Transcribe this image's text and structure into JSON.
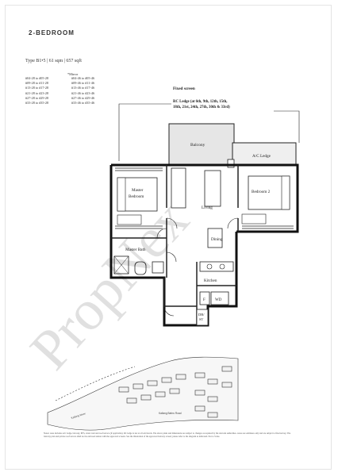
{
  "header": {
    "title": "2-BEDROOM",
    "type_line": "Type B1•5 | 61 sqm | 657 sqft"
  },
  "units": {
    "mirror_label": "*Mirror",
    "rows": [
      [
        "#04-28 to #05-28",
        "#04-46 to #05-46"
      ],
      [
        "#09-28 to #11-28",
        "#09-46 to #11-46"
      ],
      [
        "#13-28 to #17-28",
        "#13-46 to #17-46"
      ],
      [
        "#21-28 to #23-28",
        "#21-46 to #23-46"
      ],
      [
        "#27-28 to #29-28",
        "#27-46 to #29-46"
      ],
      [
        "#33-28 to #35-28",
        "#33-46 to #35-46"
      ]
    ]
  },
  "annotations": {
    "fixed_screen": "Fixed screen",
    "ec_ledge_lines": [
      "RC Ledge (at 6th, 9th, 12th, 15th,",
      "18th, 21st, 24th, 27th, 30th & 33rd)"
    ]
  },
  "rooms": {
    "balcony": "Balcony",
    "ac_ledge": "A/C Ledge",
    "master_bedroom_line1": "Master",
    "master_bedroom_line2": "Bedroom",
    "bedroom2": "Bedroom 2",
    "living": "Living",
    "dining": "Dining",
    "master_bath": "Master Bath",
    "kitchen": "Kitchen",
    "wd": "WD",
    "f": "F",
    "db_st_line1": "DB/",
    "db_st_line2": "ST"
  },
  "site_plan": {
    "label_road_1": "Kallang Bahru Road",
    "label_road_2": "Kallang River"
  },
  "watermark": "PropNex",
  "footnote": "Notes: Area includes A/C ledge, balcony, PES, strata void and roof terrace (if applicable). RC ledge is not at all odd levels. The above plans and dimensions are subject to changes as required by the relevant authorities. Areas are estimates only and are subject to final survey. The balcony plan and private roof terrace shall not be enclosed unless with the approved screens. See the illustration of the approved balcony screen; please refer to the diagram as indicated. Not to Scale."
}
